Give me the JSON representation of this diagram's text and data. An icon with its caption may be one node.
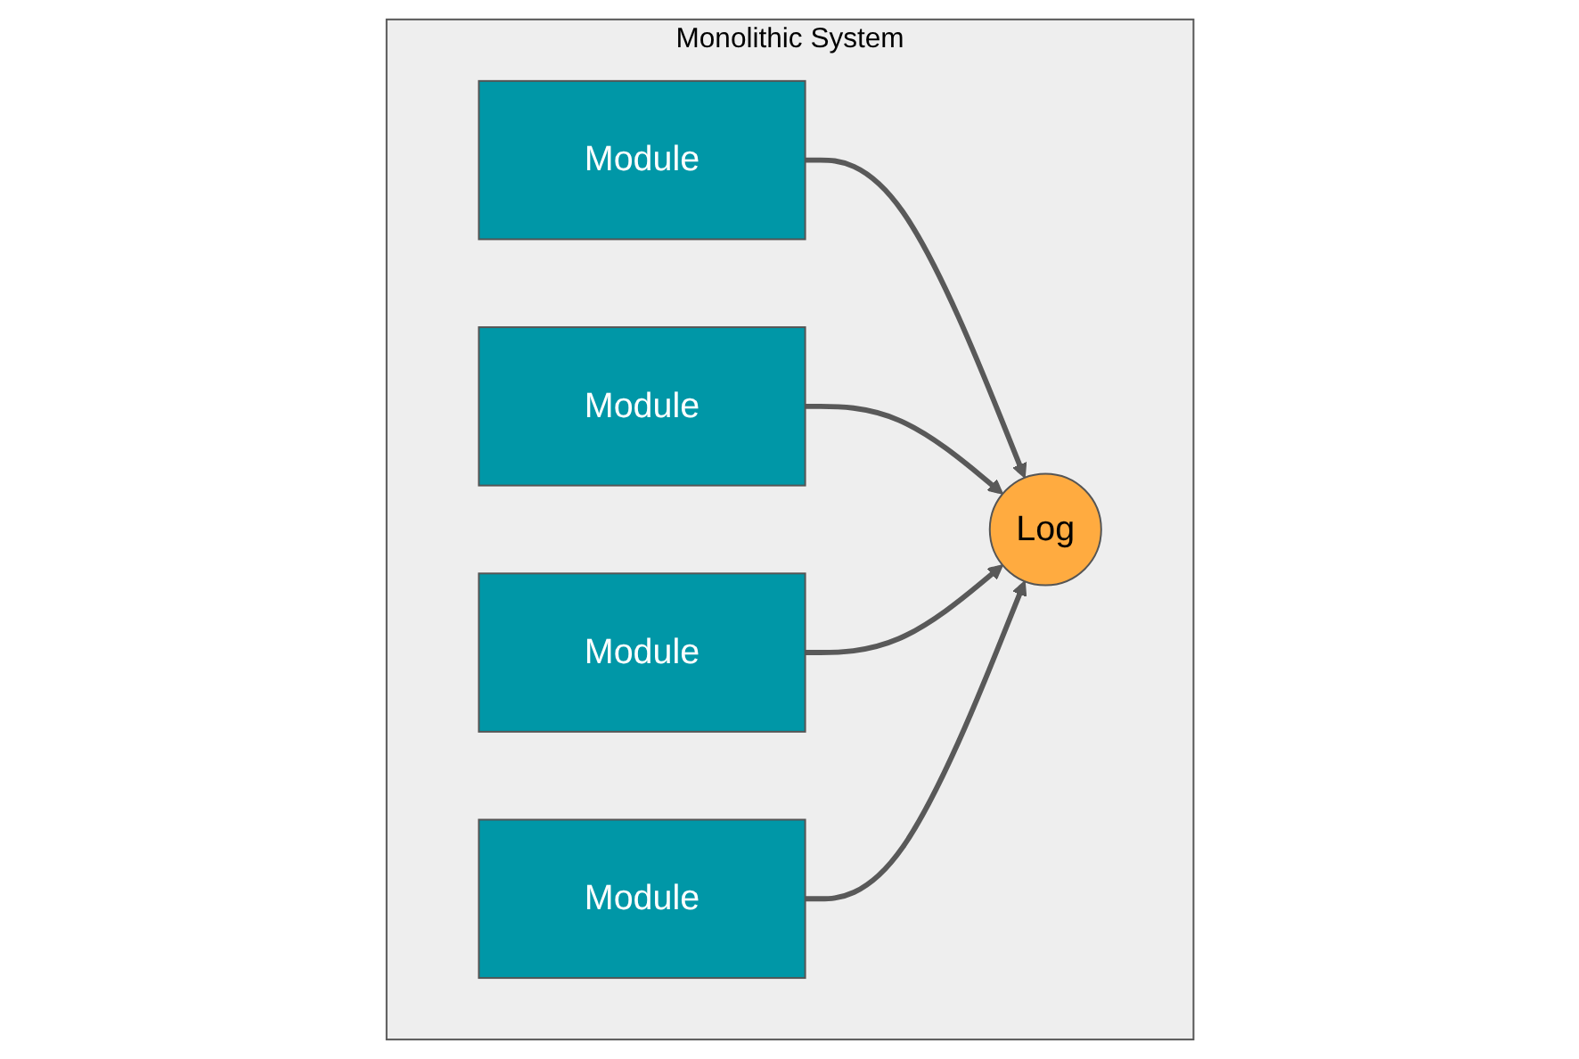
{
  "diagram": {
    "nodes": [
      {
        "text": [
          "Monolithic System"
        ]
      },
      {
        "text": [
          "Module"
        ],
        "in": 0
      },
      {
        "text": [
          "Module"
        ],
        "in": 0
      },
      {
        "text": [
          "Log"
        ],
        "in": 0
      },
      {
        "text": [
          "Module"
        ],
        "in": 0
      },
      {
        "text": [
          "Module"
        ],
        "in": 0
      }
    ],
    "edges": [
      {
        "from": 1,
        "to": 3,
        "arrow": "to"
      },
      {
        "from": 2,
        "to": 3,
        "arrow": "to"
      },
      {
        "from": 4,
        "to": 3,
        "arrow": "to"
      },
      {
        "from": 5,
        "to": 3,
        "arrow": "to"
      }
    ]
  }
}
